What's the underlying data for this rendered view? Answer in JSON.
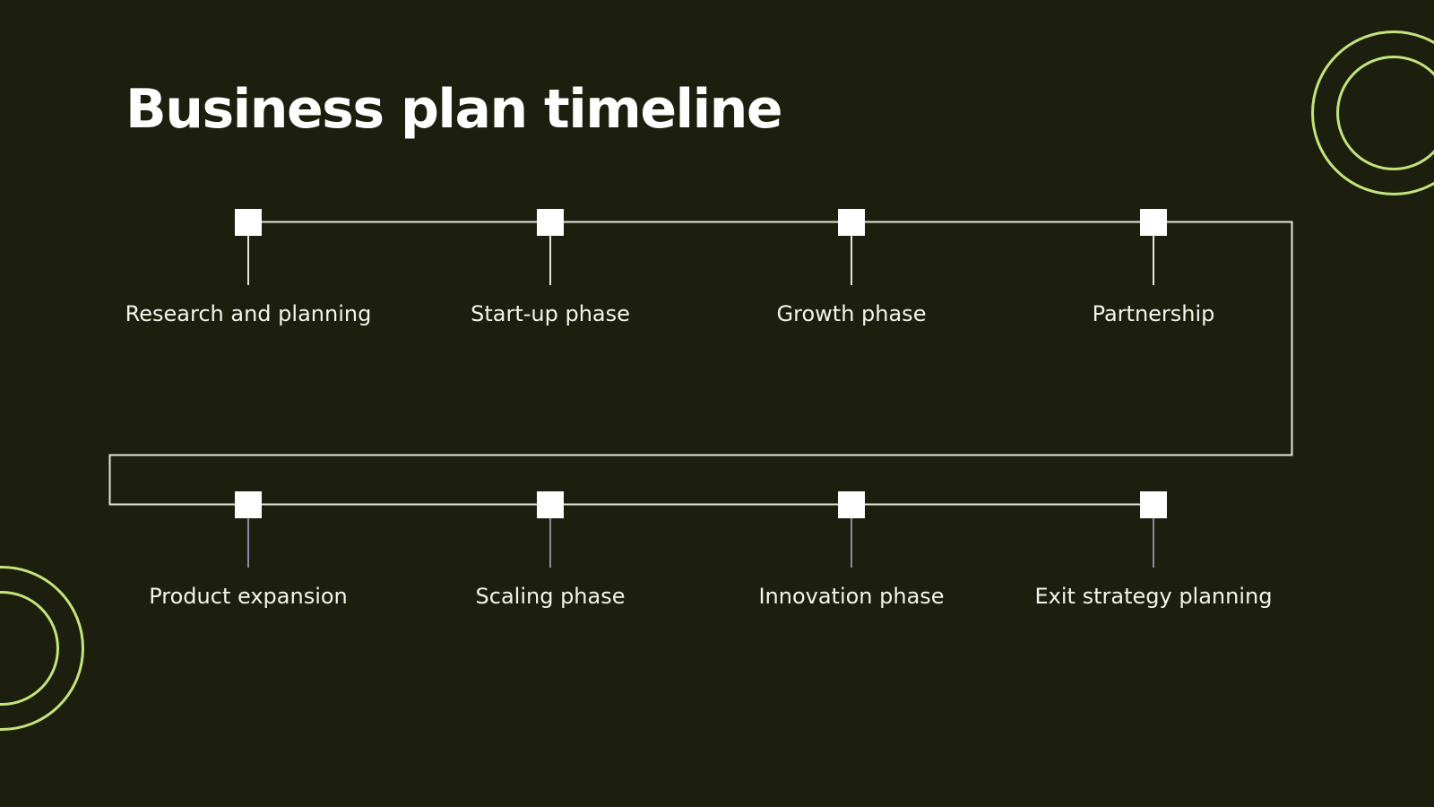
{
  "slide": {
    "title": "Business plan timeline",
    "background_color": "#1c1f0e",
    "accent_color": "#c3e57a",
    "line_color": "#e6e6dc",
    "bottom_stem_color": "#8a8aa6"
  },
  "timeline": {
    "rows": [
      {
        "milestones": [
          {
            "label": "Research and planning"
          },
          {
            "label": "Start-up phase"
          },
          {
            "label": "Growth phase"
          },
          {
            "label": "Partnership"
          }
        ]
      },
      {
        "milestones": [
          {
            "label": "Product expansion"
          },
          {
            "label": "Scaling phase"
          },
          {
            "label": "Innovation phase"
          },
          {
            "label": "Exit strategy planning"
          }
        ]
      }
    ]
  },
  "decorations": {
    "top_right_rings": "concentric-rings-icon",
    "bottom_left_rings": "concentric-rings-icon"
  }
}
